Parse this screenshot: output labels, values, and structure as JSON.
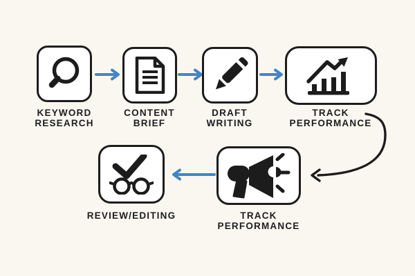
{
  "colors": {
    "background": "#faf7f0",
    "ink": "#1c1c1c",
    "paper": "#ffffff",
    "arrow_blue": "#4285c6",
    "text": "#1d1d1f"
  },
  "nodes": [
    {
      "id": "keyword-research",
      "icon": "magnifier-icon",
      "line1": "KEYWORD",
      "line2": "RESEARCH"
    },
    {
      "id": "content-brief",
      "icon": "document-icon",
      "line1": "CONTENT",
      "line2": "BRIEF"
    },
    {
      "id": "draft-writing",
      "icon": "pencil-icon",
      "line1": "DRAFT",
      "line2": "WRITING"
    },
    {
      "id": "track-performance",
      "icon": "bar-chart-icon",
      "line1": "TRACK",
      "line2": "PERFORMANCE"
    },
    {
      "id": "track-performance-megaphone",
      "icon": "megaphone-icon",
      "line1": "TRACK",
      "line2": "PERFORMANCE"
    },
    {
      "id": "review-editing",
      "icon": "glasses-check-icon",
      "line1": "REVIEW/EDITING",
      "line2": ""
    }
  ],
  "connections": [
    {
      "from": "keyword-research",
      "to": "content-brief",
      "style": "blue-straight-right"
    },
    {
      "from": "content-brief",
      "to": "draft-writing",
      "style": "blue-straight-right"
    },
    {
      "from": "draft-writing",
      "to": "track-performance",
      "style": "blue-straight-right"
    },
    {
      "from": "track-performance",
      "to": "track-performance-megaphone",
      "style": "black-curved-left"
    },
    {
      "from": "track-performance-megaphone",
      "to": "review-editing",
      "style": "blue-straight-left"
    }
  ]
}
